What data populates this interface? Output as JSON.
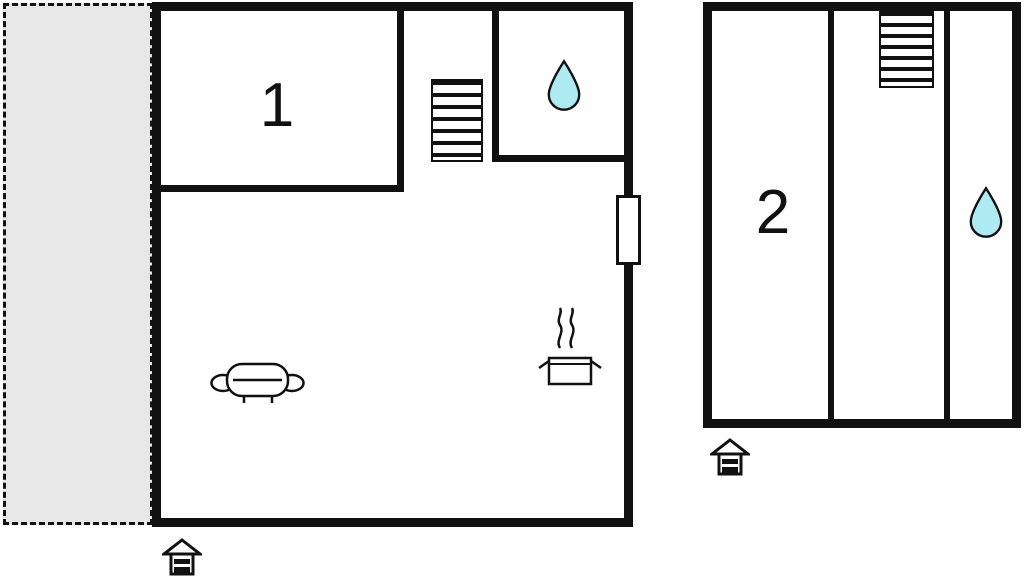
{
  "colors": {
    "wall": "#111111",
    "terrace_fill": "#e7e7e7",
    "water_drop": "#aeeaf2",
    "background": "#ffffff"
  },
  "rooms": {
    "room1": {
      "label": "1"
    },
    "room2": {
      "label": "2"
    }
  },
  "icons": {
    "stairs_left": "stairs-icon",
    "stairs_right": "stairs-icon",
    "water_left": "water-drop-icon",
    "water_right": "water-drop-icon",
    "sofa": "sofa-icon",
    "stove": "stove-pot-icon",
    "steam": "steam-icon",
    "door": "door-marker",
    "entrance_left": "entrance-icon",
    "entrance_right": "entrance-icon",
    "terrace": "terrace-dashed-area"
  }
}
